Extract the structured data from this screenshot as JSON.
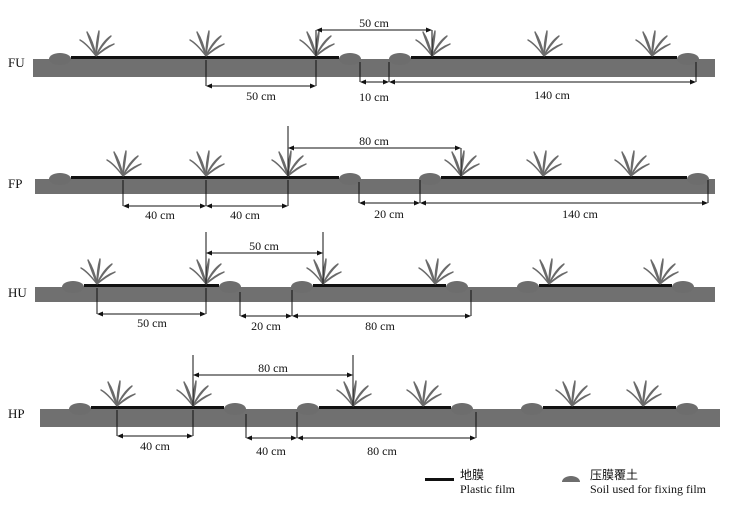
{
  "rows": [
    {
      "label": "FU",
      "dimensions": [
        "50 cm",
        "50 cm",
        "10 cm",
        "140 cm"
      ]
    },
    {
      "label": "FP",
      "dimensions": [
        "80 cm",
        "40 cm",
        "40 cm",
        "20 cm",
        "140 cm"
      ]
    },
    {
      "label": "HU",
      "dimensions": [
        "50 cm",
        "50 cm",
        "20 cm",
        "80 cm"
      ]
    },
    {
      "label": "HP",
      "dimensions": [
        "80 cm",
        "40 cm",
        "40 cm",
        "80 cm"
      ]
    }
  ],
  "legend": {
    "film_cn": "地膜",
    "film_en": "Plastic film",
    "soil_cn": "压膜覆土",
    "soil_en": "Soil used for fixing film"
  },
  "colors": {
    "ground": "#707070",
    "soil": "#6d6d6d",
    "film": "#111111",
    "plant": "#6a6a6a",
    "line": "#111111"
  }
}
